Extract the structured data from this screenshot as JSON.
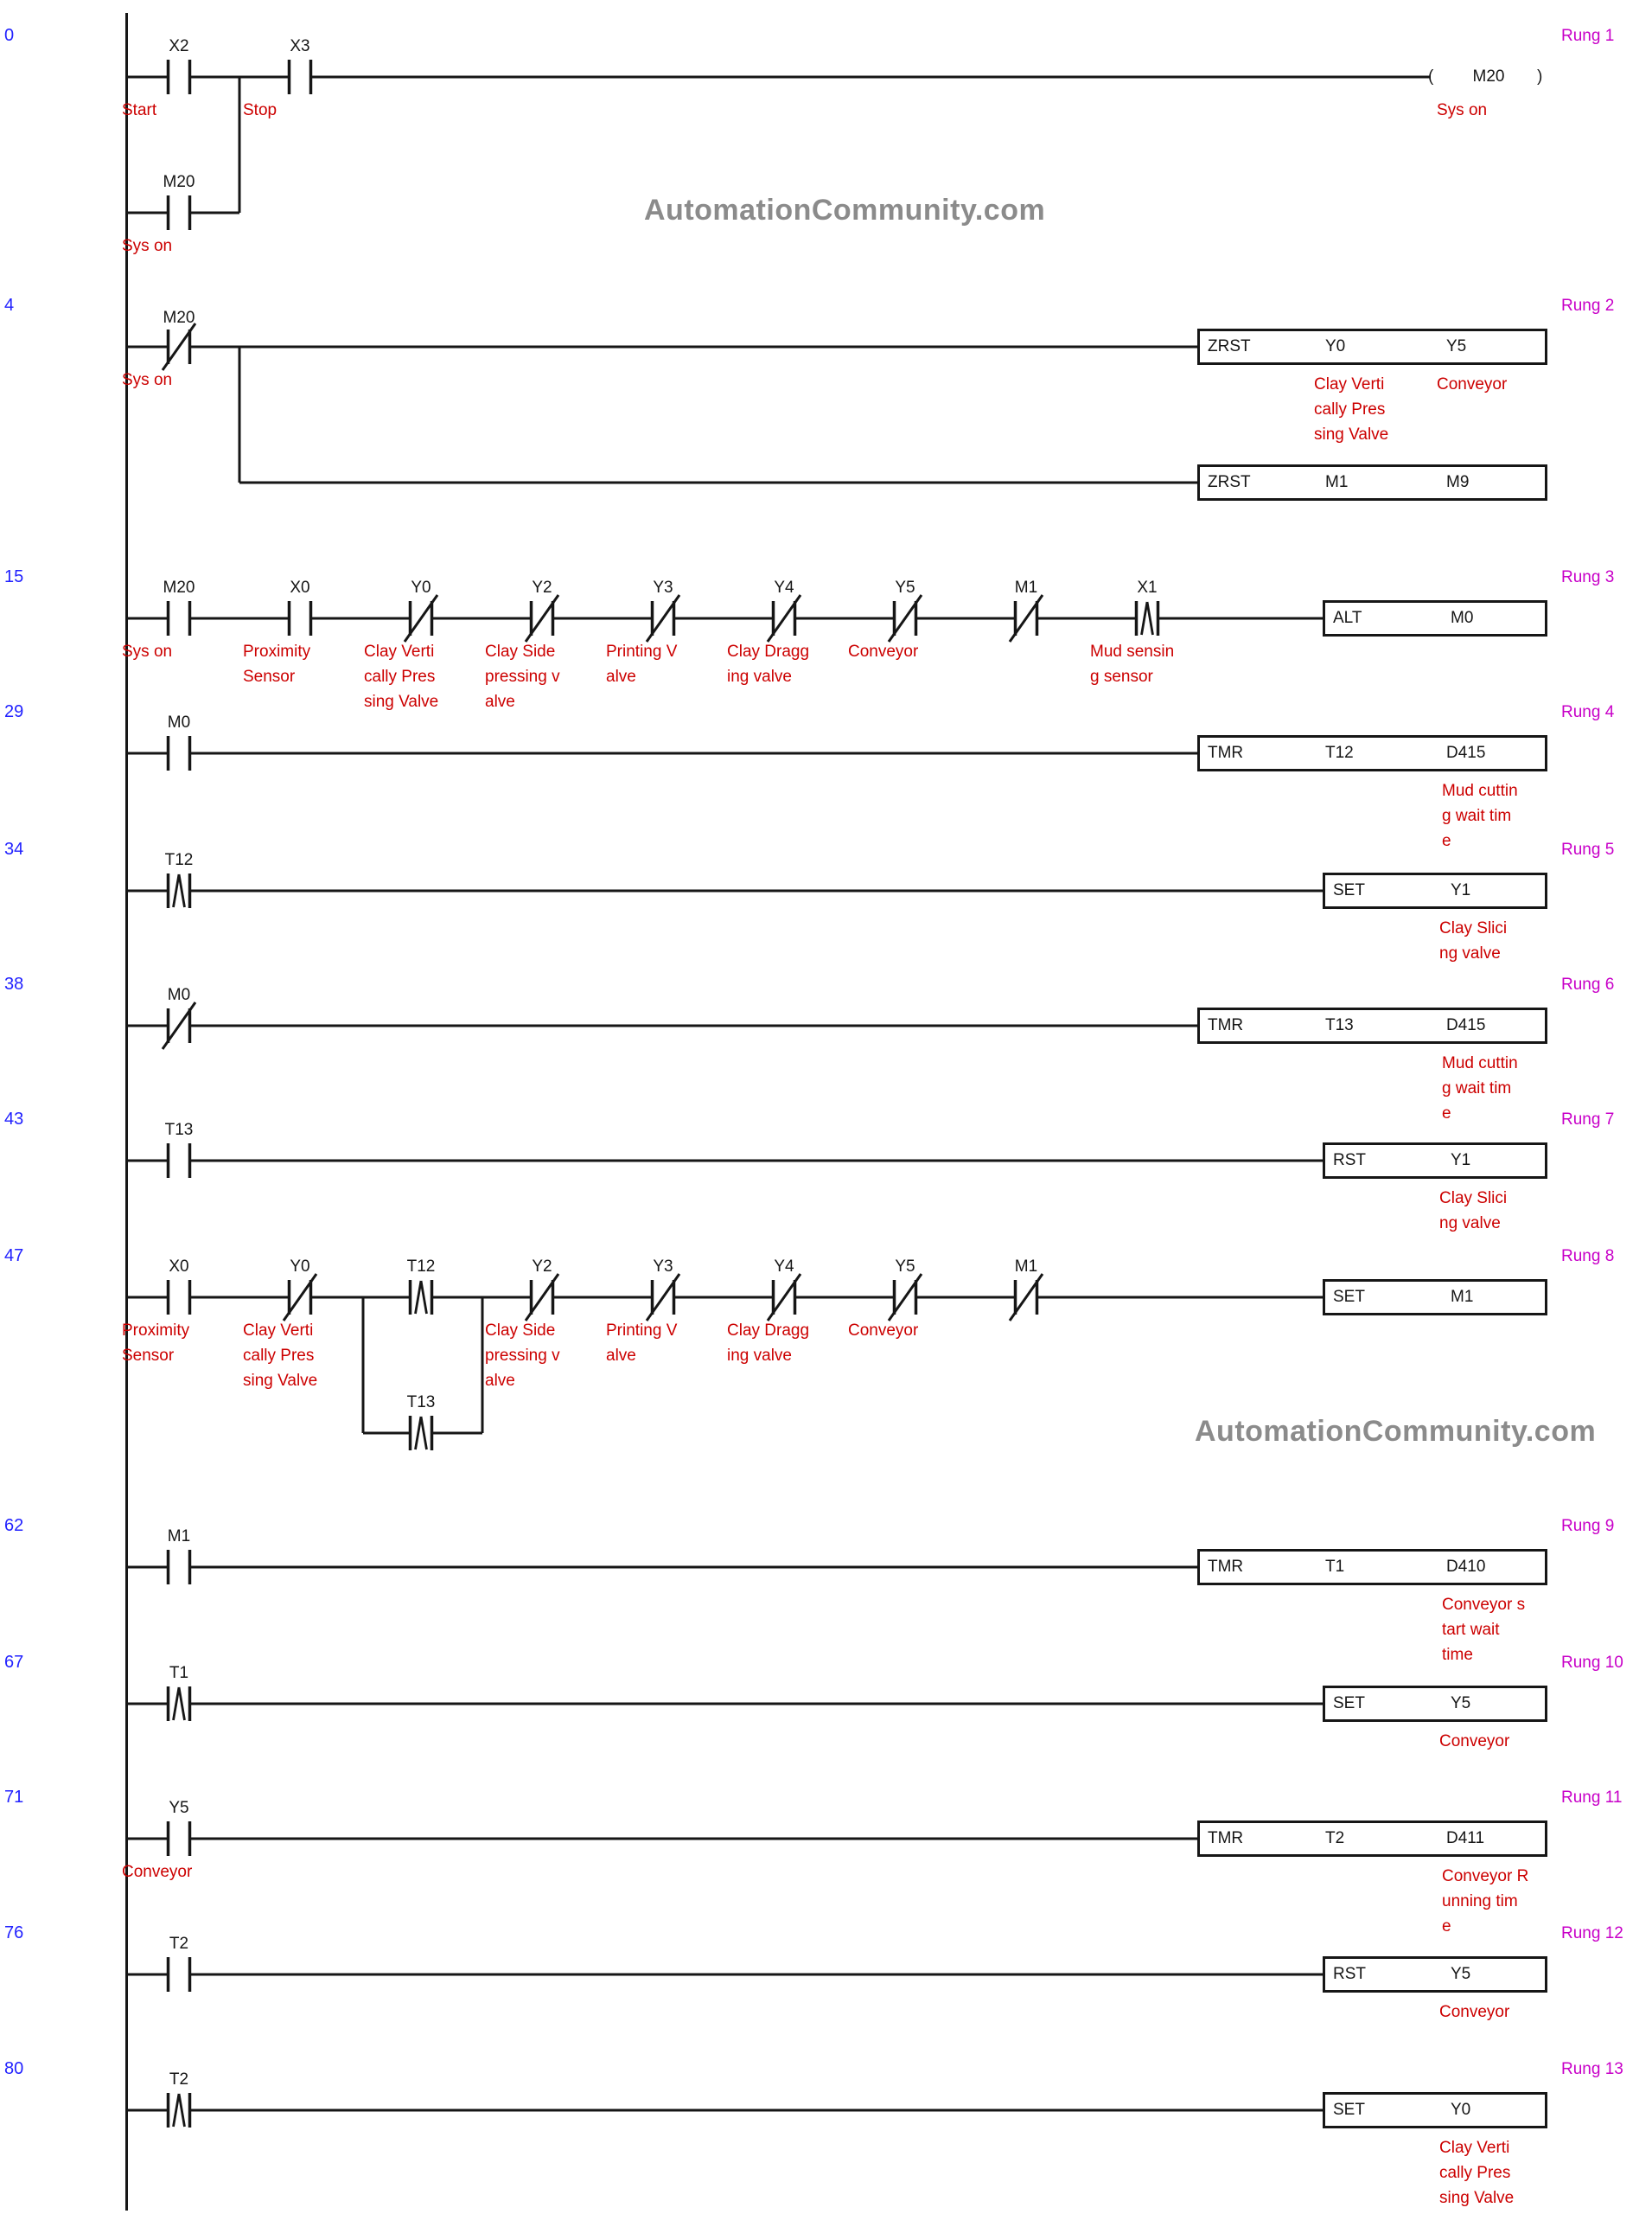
{
  "watermarks": {
    "top": "AutomationCommunity.com",
    "middle": "AutomationCommunity.com"
  },
  "colors": {
    "wire": "#161616",
    "label_red": "#cc0000",
    "address_blue": "#2222ff",
    "rung_magenta": "#c800c8",
    "watermark_gray": "#8b8b8b"
  },
  "rungs": [
    {
      "tag": "Rung 1",
      "address": "0",
      "contacts": [
        {
          "name": "X2",
          "label": "Start"
        },
        {
          "name": "X3",
          "label": "Stop"
        },
        {
          "name": "M20",
          "label": "Sys on"
        }
      ],
      "coil": {
        "open": "(",
        "name": "M20",
        "close": ")",
        "label": "Sys on"
      }
    },
    {
      "tag": "Rung 2",
      "address": "4",
      "contacts": [
        {
          "name": "M20",
          "label": "Sys on"
        }
      ],
      "blocks": [
        {
          "op": "ZRST",
          "p1": "Y0",
          "p2": "Y5",
          "p1_label": "Clay Verti\ncally Pres\nsing Valve",
          "p2_label": "Conveyor"
        },
        {
          "op": "ZRST",
          "p1": "M1",
          "p2": "M9"
        }
      ]
    },
    {
      "tag": "Rung 3",
      "address": "15",
      "contacts": [
        {
          "name": "M20",
          "label": "Sys on"
        },
        {
          "name": "X0",
          "label": "Proximity\nSensor"
        },
        {
          "name": "Y0",
          "label": "Clay Verti\ncally Pres\nsing Valve"
        },
        {
          "name": "Y2",
          "label": "Clay Side\npressing v\nalve"
        },
        {
          "name": "Y3",
          "label": "Printing V\nalve"
        },
        {
          "name": "Y4",
          "label": "Clay Dragg\ning valve"
        },
        {
          "name": "Y5",
          "label": "Conveyor"
        },
        {
          "name": "M1"
        },
        {
          "name": "X1",
          "label": "Mud sensin\ng sensor"
        }
      ],
      "blocks": [
        {
          "op": "ALT",
          "p1": "M0"
        }
      ]
    },
    {
      "tag": "Rung 4",
      "address": "29",
      "contacts": [
        {
          "name": "M0"
        }
      ],
      "blocks": [
        {
          "op": "TMR",
          "p1": "T12",
          "p2": "D415",
          "p2_label": "Mud cuttin\ng wait tim\ne"
        }
      ]
    },
    {
      "tag": "Rung 5",
      "address": "34",
      "contacts": [
        {
          "name": "T12"
        }
      ],
      "blocks": [
        {
          "op": "SET",
          "p1": "Y1",
          "p1_label": "Clay Slici\nng valve"
        }
      ]
    },
    {
      "tag": "Rung 6",
      "address": "38",
      "contacts": [
        {
          "name": "M0"
        }
      ],
      "blocks": [
        {
          "op": "TMR",
          "p1": "T13",
          "p2": "D415",
          "p2_label": "Mud cuttin\ng wait tim\ne"
        }
      ]
    },
    {
      "tag": "Rung 7",
      "address": "43",
      "contacts": [
        {
          "name": "T13"
        }
      ],
      "blocks": [
        {
          "op": "RST",
          "p1": "Y1",
          "p1_label": "Clay Slici\nng valve"
        }
      ]
    },
    {
      "tag": "Rung 8",
      "address": "47",
      "contacts": [
        {
          "name": "X0",
          "label": "Proximity\nSensor"
        },
        {
          "name": "Y0",
          "label": "Clay Verti\ncally Pres\nsing Valve"
        },
        {
          "name": "T12"
        },
        {
          "name": "Y2",
          "label": "Clay Side\npressing v\nalve"
        },
        {
          "name": "Y3",
          "label": "Printing V\nalve"
        },
        {
          "name": "Y4",
          "label": "Clay Dragg\ning valve"
        },
        {
          "name": "Y5",
          "label": "Conveyor"
        },
        {
          "name": "M1"
        },
        {
          "name": "T13"
        }
      ],
      "blocks": [
        {
          "op": "SET",
          "p1": "M1"
        }
      ]
    },
    {
      "tag": "Rung 9",
      "address": "62",
      "contacts": [
        {
          "name": "M1"
        }
      ],
      "blocks": [
        {
          "op": "TMR",
          "p1": "T1",
          "p2": "D410",
          "p2_label": "Conveyor s\ntart wait\ntime"
        }
      ]
    },
    {
      "tag": "Rung 10",
      "address": "67",
      "contacts": [
        {
          "name": "T1"
        }
      ],
      "blocks": [
        {
          "op": "SET",
          "p1": "Y5",
          "p1_label": "Conveyor"
        }
      ]
    },
    {
      "tag": "Rung 11",
      "address": "71",
      "contacts": [
        {
          "name": "Y5",
          "label": "Conveyor"
        }
      ],
      "blocks": [
        {
          "op": "TMR",
          "p1": "T2",
          "p2": "D411",
          "p2_label": "Conveyor R\nunning tim\ne"
        }
      ]
    },
    {
      "tag": "Rung 12",
      "address": "76",
      "contacts": [
        {
          "name": "T2"
        }
      ],
      "blocks": [
        {
          "op": "RST",
          "p1": "Y5",
          "p1_label": "Conveyor"
        }
      ]
    },
    {
      "tag": "Rung 13",
      "address": "80",
      "contacts": [
        {
          "name": "T2"
        }
      ],
      "blocks": [
        {
          "op": "SET",
          "p1": "Y0",
          "p1_label": "Clay Verti\ncally Pres\nsing Valve"
        }
      ]
    }
  ]
}
